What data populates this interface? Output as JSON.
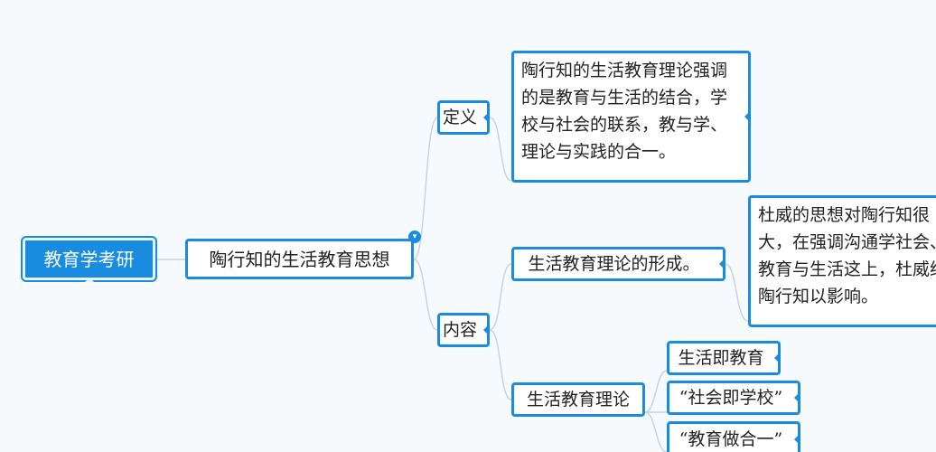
{
  "root": {
    "label": "教育学考研"
  },
  "main_topic": {
    "label": "陶行知的生活教育思想",
    "collapse_icon": "chevron-down-icon"
  },
  "branches": {
    "definition": {
      "label": "定义",
      "note": "陶行知的生活教育理论强调的是教育与生活的结合，学校与社会的联系，教与学、理论与实践的合一。"
    },
    "content": {
      "label": "内容",
      "formation": {
        "label": "生活教育理论的形成。",
        "note": "杜威的思想对陶行知很大，在强调沟通学社会、教育与生活这上，杜威给陶行知以影响。"
      },
      "theory": {
        "label": "生活教育理论",
        "items": [
          "生活即教育",
          "“社会即学校”",
          "“教育做合一”"
        ]
      }
    }
  },
  "colors": {
    "accent": "#1a8ce0",
    "link": "#c9d3dc",
    "background": "#f7fafd"
  }
}
